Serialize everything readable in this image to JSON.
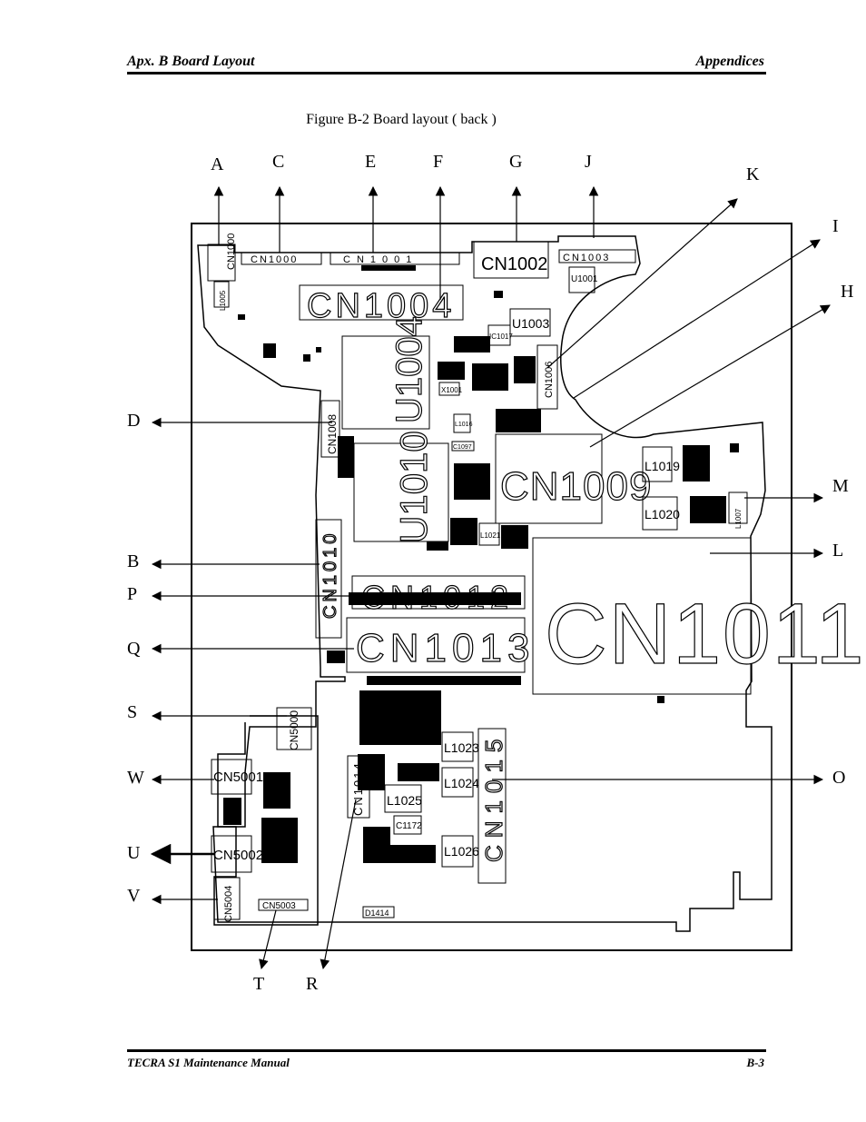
{
  "header": {
    "left": "Apx. B  Board Layout",
    "right": "Appendices"
  },
  "figure": {
    "caption": "Figure B-2   Board layout ( back )"
  },
  "callouts": {
    "A": "A",
    "B": "B",
    "C": "C",
    "D": "D",
    "E": "E",
    "F": "F",
    "G": "G",
    "H": "H",
    "I": "I",
    "J": "J",
    "K": "K",
    "L": "L",
    "M": "M",
    "O": "O",
    "P": "P",
    "Q": "Q",
    "R": "R",
    "S": "S",
    "T": "T",
    "U": "U",
    "V": "V",
    "W": "W"
  },
  "components": {
    "cn1000": "CN1000",
    "cn1001": "CN1001",
    "cn1002": "CN1002",
    "cn1003": "CN1003",
    "cn1004": "CN1004",
    "cn1006": "CN1006",
    "cn1008": "CN1008",
    "cn1009": "CN1009",
    "cn1010": "CN1010",
    "cn1011": "CN1011",
    "cn1012": "CN1012",
    "cn1013": "CN1013",
    "cn1014": "CN1014",
    "cn1015": "CN1015",
    "cn5000": "CN5000",
    "cn5001": "CN5001",
    "cn5002": "CN5002",
    "cn5003": "CN5003",
    "cn5004": "CN5004",
    "u1004": "U1004",
    "u1003": "U1003",
    "u1010": "U1010",
    "u1001": "U1001",
    "l1019": "L1019",
    "l1020": "L1020",
    "l1023": "L1023",
    "l1024": "L1024",
    "l1025": "L1025",
    "l1026": "L1026",
    "l1021": "L1021",
    "l1005": "L1005",
    "l1016": "L1016",
    "l1007": "L1007",
    "x1001": "X1001",
    "ic1017": "IC1017",
    "c1172": "C1172",
    "c1097": "C1097",
    "d1414": "D1414"
  },
  "footer": {
    "left": "TECRA S1   Maintenance Manual",
    "right": "B-3"
  }
}
